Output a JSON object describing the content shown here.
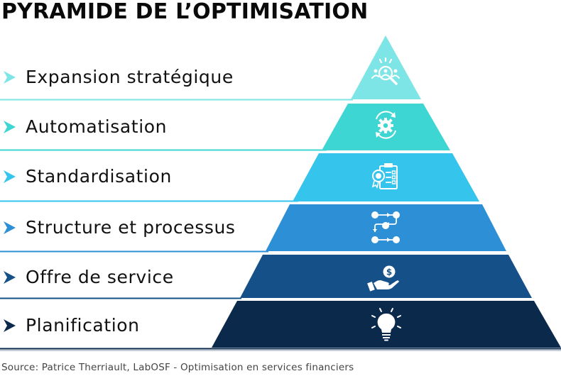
{
  "title": "PYRAMIDE DE L’OPTIMISATION",
  "source": "Source: Patrice Therriault, LabOSF - Optimisation en services financiers",
  "tiers": [
    {
      "label": "Expansion stratégique",
      "icon": "search-people-icon",
      "color": "#7de5e5",
      "arrow_color": "#7de5e5"
    },
    {
      "label": "Automatisation",
      "icon": "gear-cycle-icon",
      "color": "#3dd6d3",
      "arrow_color": "#3dd6d3"
    },
    {
      "label": "Standardisation",
      "icon": "checklist-badge-icon",
      "color": "#35c4ec",
      "arrow_color": "#35c4ec"
    },
    {
      "label": "Structure et processus",
      "icon": "process-flow-icon",
      "color": "#2d8fd5",
      "arrow_color": "#2d8fd5"
    },
    {
      "label": "Offre de service",
      "icon": "hand-dollar-icon",
      "color": "#165089",
      "arrow_color": "#165089"
    },
    {
      "label": "Planification",
      "icon": "lightbulb-icon",
      "color": "#0b2a4b",
      "arrow_color": "#0b2a4b"
    }
  ]
}
